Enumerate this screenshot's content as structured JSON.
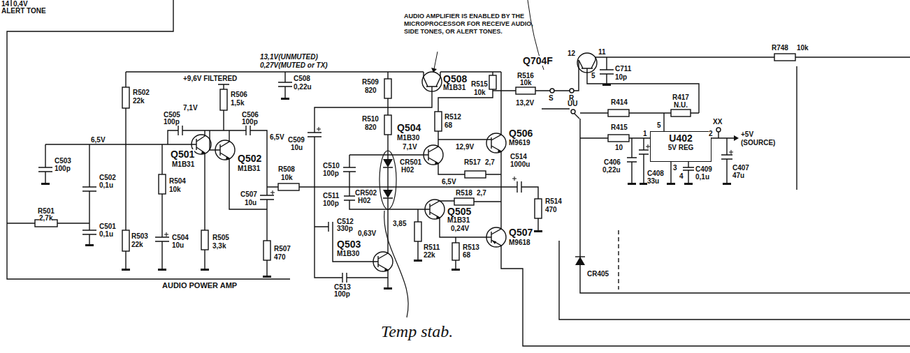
{
  "diagram": {
    "nodes": [
      {
        "text": [
          "U402",
          "5V REG"
        ]
      }
    ],
    "labels": [
      "14",
      "0,4V",
      "ALERT TONE",
      "AUDIO AMPLIFIER IS ENABLED BY THE MICROPROCESSOR FOR RECEIVE AUDIO, SIDE TONES, OR ALERT TONES.",
      "13,1V(UNMUTED)",
      "0,27V(MUTED or TX)",
      "+9,6V FILTERED",
      "R502",
      "22k",
      "7,1V",
      "R506",
      "1,5k",
      "C505",
      "100p",
      "C506",
      "100p",
      "6,5V",
      "C508",
      "0,22u",
      "R509",
      "820",
      "Q508",
      "M1B31",
      "R515",
      "10k",
      "R516",
      "10k",
      "S",
      "R",
      "Q704F",
      "12",
      "11",
      "5",
      "C711",
      "10p",
      "R748",
      "10k",
      "13,2V",
      "UU",
      "R414",
      "R417",
      "N.U.",
      "R415",
      "10",
      "5",
      "1",
      "2",
      "3",
      "4",
      "XX",
      "+5V",
      "(SOURCE)",
      "C406",
      "0,22u",
      "C408",
      "33u",
      "C409",
      "0,1u",
      "C407",
      "47u",
      "C503",
      "100p",
      "6,5V",
      "C502",
      "0,1u",
      "Q501",
      "M1B31",
      "Q502",
      "M1B31",
      "R504",
      "10k",
      "C509",
      "10u",
      "R510",
      "820",
      "Q504",
      "M1B30",
      "7,1V",
      "12,9V",
      "Q506",
      "M9619",
      "C510",
      "100p",
      "CR501",
      "H02",
      "R517",
      "2,7",
      "R508",
      "10k",
      "C514",
      "1000u",
      "6,5V",
      "CR502",
      "H02",
      "R518",
      "2,7",
      "C507",
      "10u",
      "C511",
      "100p",
      "3,85",
      "Q505",
      "M1B31",
      "R514",
      "470",
      "R501",
      "2,7k",
      "C501",
      "0,1u",
      "R503",
      "22k",
      "C504",
      "10u",
      "R505",
      "3,3k",
      "R507",
      "470",
      "C512",
      "330p",
      "0,63V",
      "Q503",
      "M1B30",
      "R511",
      "22k",
      "0,24V",
      "R513",
      "68",
      "Q507",
      "M9618",
      "C513",
      "100p",
      "CR405",
      "AUDIO POWER AMP",
      "Temp stab.",
      "R512",
      "68"
    ]
  }
}
